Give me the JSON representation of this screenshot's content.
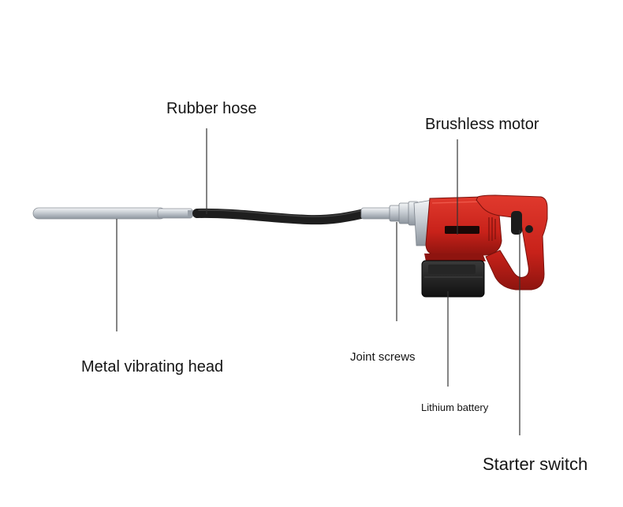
{
  "labels": {
    "rubber_hose": "Rubber hose",
    "brushless_motor": "Brushless motor",
    "metal_vibrating_head": "Metal vibrating head",
    "joint_screws": "Joint screws",
    "lithium_battery": "Lithium battery",
    "starter_switch": "Starter switch"
  },
  "colors": {
    "body_red": "#c8221a",
    "body_dark_red": "#8e140f",
    "battery_black": "#1b1b1b",
    "hose_black": "#1e1e1e",
    "metal_silver": "#c9ced4",
    "leader_line": "#333333"
  }
}
